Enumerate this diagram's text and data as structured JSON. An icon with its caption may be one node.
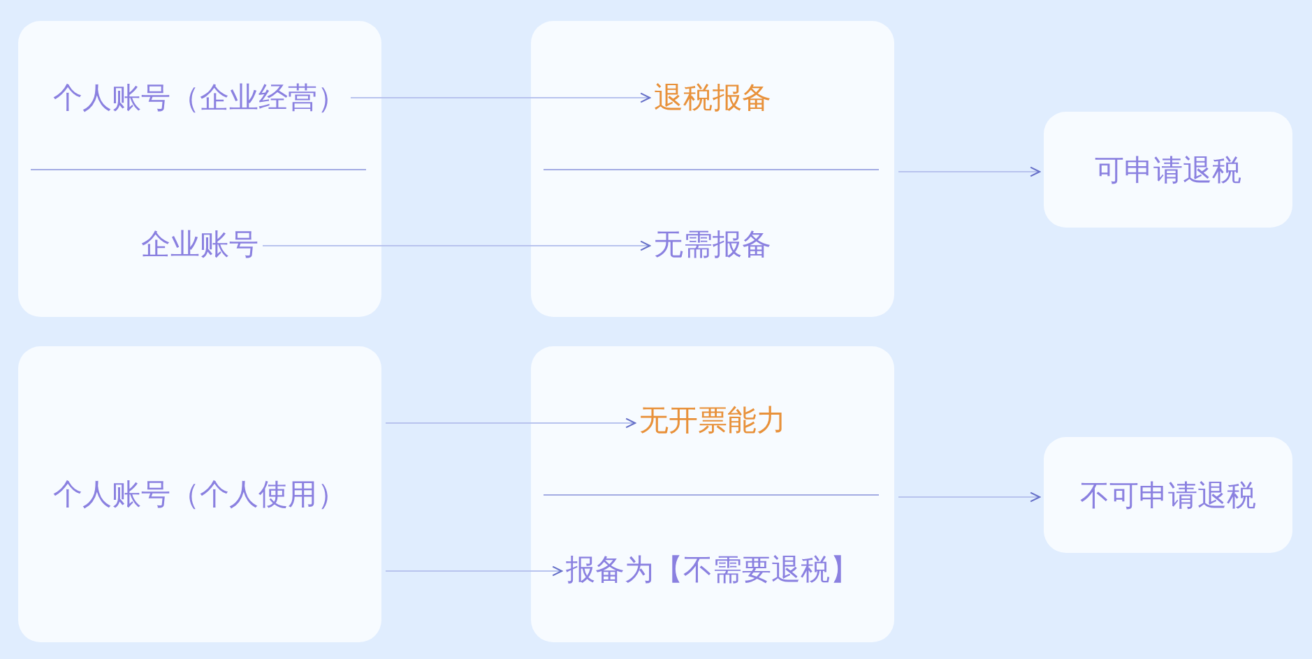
{
  "diagram": {
    "nodes": [
      {
        "text": [],
        "shape": "box"
      },
      {
        "text": [
          "个人账号（企业经营）"
        ],
        "in": 0
      },
      {
        "text": [
          "企业账号"
        ],
        "in": 0
      },
      {
        "text": [],
        "shape": "box"
      },
      {
        "text": [
          "退税报备"
        ],
        "in": 3
      },
      {
        "text": [
          "无需报备"
        ],
        "in": 3
      },
      {
        "text": [
          "可申请退税"
        ]
      },
      {
        "text": [
          "个人账号（个人使用）"
        ]
      },
      {
        "text": [],
        "shape": "box"
      },
      {
        "text": [
          "无开票能力"
        ],
        "in": 8
      },
      {
        "text": [
          "报备为【不需要退税】"
        ],
        "in": 8
      },
      {
        "text": [
          "不可申请退税"
        ]
      }
    ],
    "edges": [
      {
        "from": 1,
        "to": 4,
        "arrow": "to"
      },
      {
        "from": 2,
        "to": 5,
        "arrow": "to"
      },
      {
        "from": 3,
        "to": 6,
        "arrow": "to"
      },
      {
        "from": 7,
        "to": 9,
        "arrow": "to"
      },
      {
        "from": 7,
        "to": 10,
        "arrow": "to"
      },
      {
        "from": 8,
        "to": 11,
        "arrow": "to"
      }
    ]
  }
}
